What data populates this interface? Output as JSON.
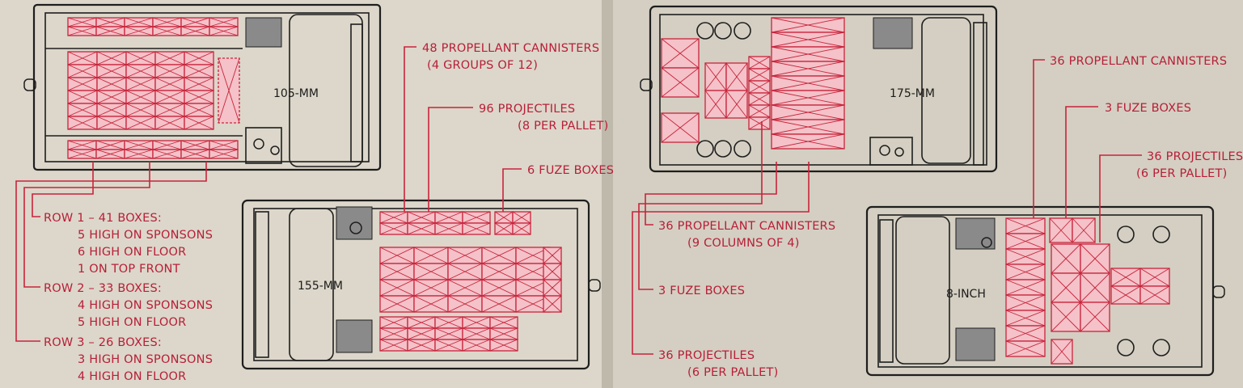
{
  "vehicles": {
    "v105": "105-MM",
    "v155": "155-MM",
    "v175": "175-MM",
    "v8in": "8-INCH"
  },
  "callouts_left": {
    "propellant_l1": "48 PROPELLANT CANNISTERS",
    "propellant_l2": "(4 GROUPS OF 12)",
    "projectiles_l1": "96 PROJECTILES",
    "projectiles_l2": "(8 PER PALLET)",
    "fuze": "6 FUZE BOXES",
    "row1_title": "ROW 1 – 41 BOXES:",
    "row1_a": "5 HIGH ON SPONSONS",
    "row1_b": "6 HIGH ON FLOOR",
    "row1_c": "1 ON TOP FRONT",
    "row2_title": "ROW 2 – 33 BOXES:",
    "row2_a": "4 HIGH ON SPONSONS",
    "row2_b": "5 HIGH ON FLOOR",
    "row3_title": "ROW 3 – 26 BOXES:",
    "row3_a": "3 HIGH ON SPONSONS",
    "row3_b": "4 HIGH ON FLOOR"
  },
  "callouts_right": {
    "propellant_top": "36 PROPELLANT CANNISTERS",
    "fuze_top": "3 FUZE BOXES",
    "projectiles_top_l1": "36 PROJECTILES",
    "projectiles_top_l2": "(6 PER PALLET)",
    "propellant_mid_l1": "36 PROPELLANT  CANNISTERS",
    "propellant_mid_l2": "(9 COLUMNS OF 4)",
    "fuze_mid": "3 FUZE BOXES",
    "projectiles_bot_l1": "36 PROJECTILES",
    "projectiles_bot_l2": "(6 PER PALLET)"
  }
}
